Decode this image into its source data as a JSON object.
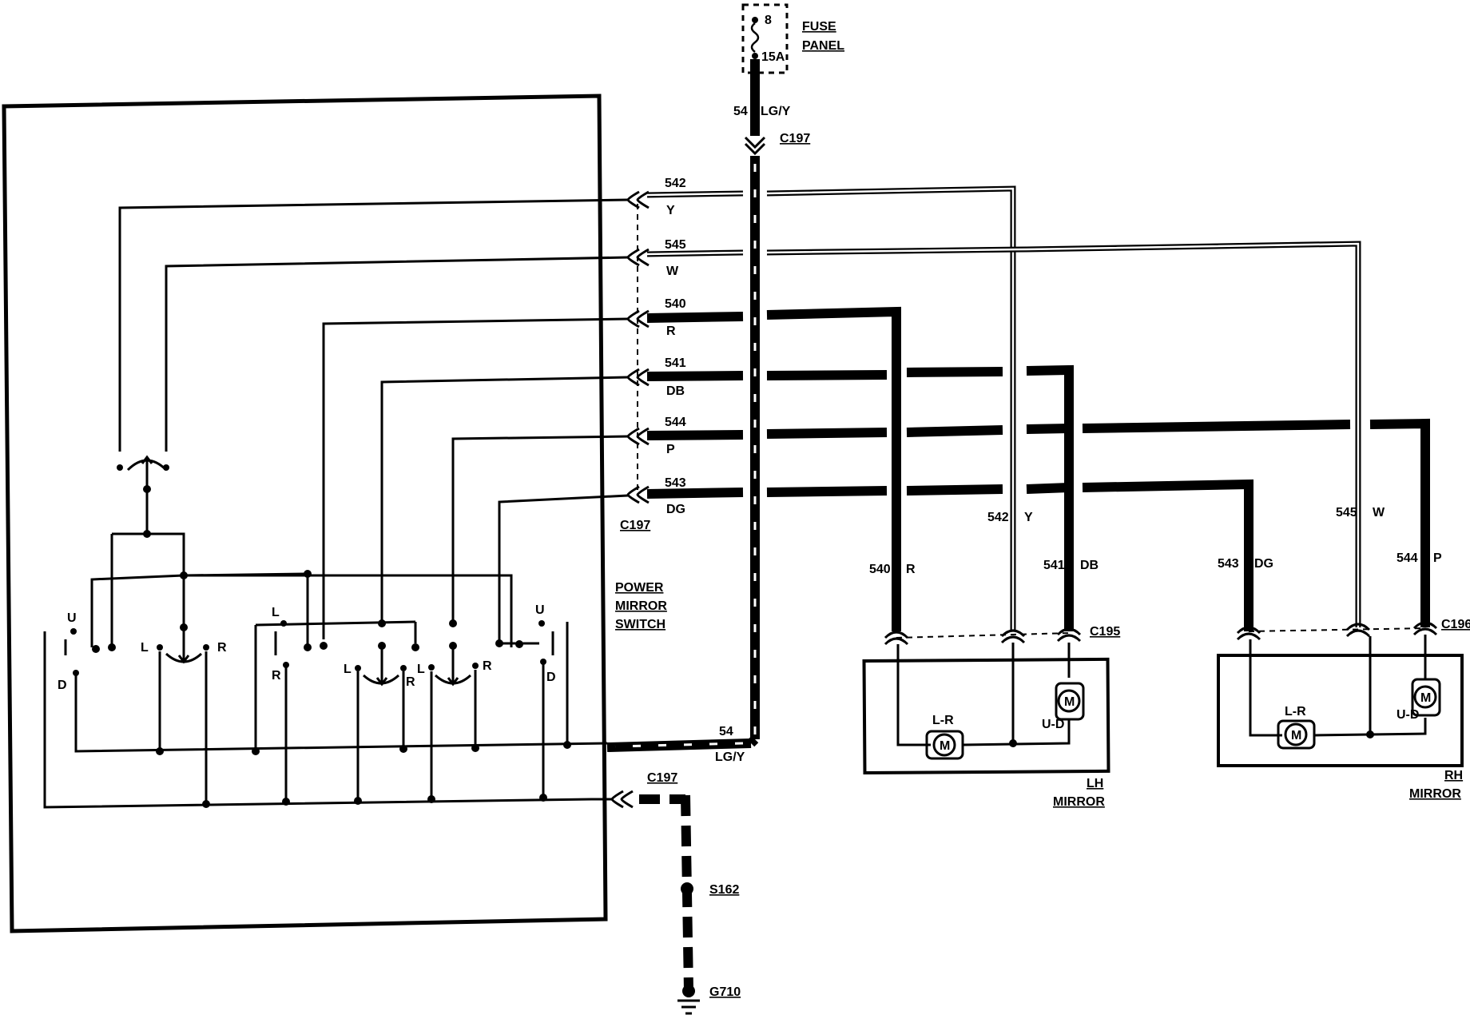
{
  "fuse": {
    "slot": "8",
    "rating": "15A",
    "label_line1": "FUSE",
    "label_line2": "PANEL"
  },
  "feed": {
    "circuit": "54",
    "color": "LG/Y",
    "connector": "C197"
  },
  "switch_label": [
    "POWER",
    "MIRROR",
    "SWITCH"
  ],
  "switch_contacts": {
    "left": "L",
    "right": "R",
    "up": "U",
    "down": "D"
  },
  "wires": [
    {
      "circuit": "542",
      "color": "Y"
    },
    {
      "circuit": "545",
      "color": "W"
    },
    {
      "circuit": "540",
      "color": "R"
    },
    {
      "circuit": "541",
      "color": "DB"
    },
    {
      "circuit": "544",
      "color": "P"
    },
    {
      "circuit": "543",
      "color": "DG"
    }
  ],
  "left_connector": "C197",
  "lh_mirror": {
    "connector": "C195",
    "wire_540": "540",
    "wire_540_color": "R",
    "wire_542": "542",
    "wire_542_color": "Y",
    "wire_541": "541",
    "wire_541_color": "DB",
    "motor_lr": "L-R",
    "motor_ud": "U-D",
    "motor_symbol": "M",
    "label_line1": "LH",
    "label_line2": "MIRROR"
  },
  "rh_mirror": {
    "connector": "C196",
    "wire_543": "543",
    "wire_543_color": "DG",
    "wire_545": "545",
    "wire_545_color": "W",
    "wire_544": "544",
    "wire_544_color": "P",
    "motor_lr": "L-R",
    "motor_ud": "U-D",
    "motor_symbol": "M",
    "label_line1": "RH",
    "label_line2": "MIRROR"
  },
  "bottom_feed": {
    "circuit": "54",
    "color": "LG/Y"
  },
  "ground": {
    "connector": "C197",
    "splice": "S162",
    "ground_point": "G710"
  }
}
